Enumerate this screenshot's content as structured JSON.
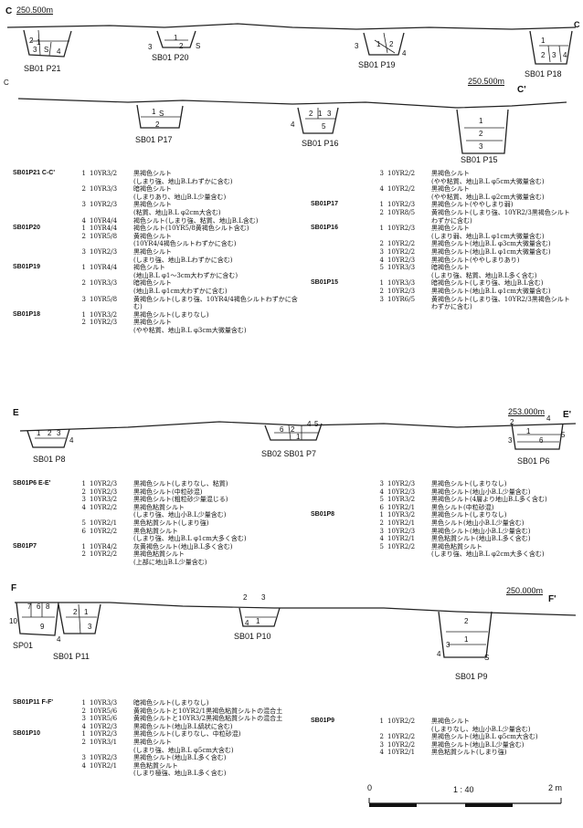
{
  "profiles": {
    "c": {
      "label_start": "C",
      "elevation": "250.500m",
      "label_end": "C'",
      "label_end_top": "C",
      "pits": [
        {
          "name": "SB01 P21",
          "fill": [
            "2",
            "1",
            "3",
            "S",
            "4"
          ]
        },
        {
          "name": "SB01 P20",
          "fill": [
            "3",
            "1",
            "2",
            "S"
          ]
        },
        {
          "name": "SB01 P19",
          "fill": [
            "3",
            "1",
            "2",
            "4"
          ]
        },
        {
          "name": "SB01 P18",
          "fill": [
            "1",
            "2",
            "3",
            "4"
          ]
        },
        {
          "name": "SB01 P17",
          "fill": [
            "1",
            "S",
            "2"
          ]
        },
        {
          "name": "SB01 P16",
          "fill": [
            "4",
            "2",
            "1",
            "3",
            "5"
          ]
        },
        {
          "name": "SB01 P15",
          "fill": [
            "1",
            "2",
            "3"
          ]
        }
      ]
    },
    "e": {
      "label_start": "E",
      "elevation": "253.000m",
      "label_end": "E'",
      "pits": [
        {
          "name": "SB01 P8",
          "fill": [
            "1",
            "2",
            "3",
            "4"
          ]
        },
        {
          "name": "SB02 SB01 P7",
          "fill": [
            "6",
            "2",
            "1",
            "4",
            "5"
          ]
        },
        {
          "name": "SB01 P6",
          "fill": [
            "2",
            "4",
            "1",
            "3",
            "6",
            "5"
          ]
        }
      ]
    },
    "f": {
      "label_start": "F",
      "elevation": "250.000m",
      "label_end": "F'",
      "pits": [
        {
          "name": "SP01",
          "fill": [
            "7",
            "6",
            "8",
            "10",
            "9"
          ]
        },
        {
          "name": "SB01 P11",
          "fill": [
            "2",
            "1",
            "3",
            "4"
          ]
        },
        {
          "name": "SB01 P10",
          "fill": [
            "2",
            "3",
            "1",
            "4"
          ]
        },
        {
          "name": "SB01 P9",
          "fill": [
            "2",
            "1",
            "3",
            "4",
            "S"
          ]
        }
      ]
    }
  },
  "legend_c_left": [
    {
      "pit": "SB01P21 C-C'",
      "no": "1",
      "code": "10YR3/2",
      "desc": "黒褐色シルト\n(しまり強、地山B.Lわずかに含む)"
    },
    {
      "pit": "",
      "no": "2",
      "code": "10YR3/3",
      "desc": "暗褐色シルト\n(しまりあり、地山B.L少量含む)"
    },
    {
      "pit": "",
      "no": "3",
      "code": "10YR2/3",
      "desc": "黒褐色シルト\n(粘質、地山B.L φ2cm大含む)"
    },
    {
      "pit": "",
      "no": "4",
      "code": "10YR4/4",
      "desc": "褐色シルト(しまり強、粘質、地山B.L含む)"
    },
    {
      "pit": "SB01P20",
      "no": "1",
      "code": "10YR4/4",
      "desc": "褐色シルト(10YR5/8黄褐色シルト含む)"
    },
    {
      "pit": "",
      "no": "2",
      "code": "10YR5/8",
      "desc": "黄褐色シルト\n(10YR4/4褐色シルトわずかに含む)"
    },
    {
      "pit": "",
      "no": "3",
      "code": "10YR2/3",
      "desc": "黒褐色シルト\n(しまり強、地山B.Lわずかに含む)"
    },
    {
      "pit": "SB01P19",
      "no": "1",
      "code": "10YR4/4",
      "desc": "褐色シルト\n(地山B.L φ1～3cm大わずかに含む)"
    },
    {
      "pit": "",
      "no": "2",
      "code": "10YR3/3",
      "desc": "暗褐色シルト\n(地山B.L φ1cm大わずかに含む)"
    },
    {
      "pit": "",
      "no": "3",
      "code": "10YR5/8",
      "desc": "黄褐色シルト(しまり強、10YR4/4褐色シルトわずかに含む)"
    },
    {
      "pit": "SB01P18",
      "no": "1",
      "code": "10YR3/2",
      "desc": "黒褐色シルト(しまりなし)"
    },
    {
      "pit": "",
      "no": "2",
      "code": "10YR2/3",
      "desc": "黒褐色シルト\n(やや粘質、地山B.L φ3cm大微量含む)"
    }
  ],
  "legend_c_right": [
    {
      "pit": "",
      "no": "3",
      "code": "10YR2/2",
      "desc": "黒褐色シルト\n(やや粘質、地山B.L φ5cm大微量含む)"
    },
    {
      "pit": "",
      "no": "4",
      "code": "10YR2/2",
      "desc": "黒褐色シルト\n(やや粘質、地山B.L φ2cm大微量含む)"
    },
    {
      "pit": "SB01P17",
      "no": "1",
      "code": "10YR2/3",
      "desc": "黒褐色シルト(ややしまり弱)"
    },
    {
      "pit": "",
      "no": "2",
      "code": "10YR8/5",
      "desc": "黄褐色シルト(しまり強、10YR2/3黒褐色シルトわずかに含む)"
    },
    {
      "pit": "SB01P16",
      "no": "1",
      "code": "10YR2/3",
      "desc": "黒褐色シルト\n(しまり弱、地山B.L φ1cm大微量含む)"
    },
    {
      "pit": "",
      "no": "2",
      "code": "10YR2/2",
      "desc": "黒褐色シルト(地山B.L φ3cm大微量含む)"
    },
    {
      "pit": "",
      "no": "3",
      "code": "10YR2/2",
      "desc": "黒褐色シルト(地山B.L φ1cm大微量含む)"
    },
    {
      "pit": "",
      "no": "4",
      "code": "10YR2/3",
      "desc": "黒褐色シルト(ややしまりあり)"
    },
    {
      "pit": "",
      "no": "5",
      "code": "10YR3/3",
      "desc": "暗褐色シルト\n(しまり強、粘質、地山B.L多く含む)"
    },
    {
      "pit": "SB01P15",
      "no": "1",
      "code": "10YR3/3",
      "desc": "暗褐色シルト(しまり強、地山B.L含む)"
    },
    {
      "pit": "",
      "no": "2",
      "code": "10YR2/3",
      "desc": "黒褐色シルト(地山B.L φ1cm大微量含む)"
    },
    {
      "pit": "",
      "no": "3",
      "code": "10YR6/5",
      "desc": "黄褐色シルト(しまり強、10YR2/3黒褐色シルトわずかに含む)"
    }
  ],
  "legend_e_left": [
    {
      "pit": "SB01P6 E-E'",
      "no": "1",
      "code": "10YR2/3",
      "desc": "黒褐色シルト(しまりなし、粘質)"
    },
    {
      "pit": "",
      "no": "2",
      "code": "10YR2/3",
      "desc": "黒褐色シルト(中粒砂混)"
    },
    {
      "pit": "",
      "no": "3",
      "code": "10YR3/2",
      "desc": "黒褐色シルト(粗粒砂少量混じる)"
    },
    {
      "pit": "",
      "no": "4",
      "code": "10YR2/2",
      "desc": "黒褐色粘質シルト\n(しまり強、地山小B.L少量含む)"
    },
    {
      "pit": "",
      "no": "5",
      "code": "10YR2/1",
      "desc": "黒色粘質シルト(しまり強)"
    },
    {
      "pit": "",
      "no": "6",
      "code": "10YR2/2",
      "desc": "黒色粘質シルト\n(しまり強、地山B.L φ1cm大多く含む)"
    },
    {
      "pit": "SB01P7",
      "no": "1",
      "code": "10YR4/2",
      "desc": "灰黄褐色シルト(地山B.L多く含む)"
    },
    {
      "pit": "",
      "no": "2",
      "code": "10YR2/2",
      "desc": "黒褐色粘質シルト\n(上部に地山B.L少量含む)"
    }
  ],
  "legend_e_right": [
    {
      "pit": "",
      "no": "3",
      "code": "10YR2/3",
      "desc": "黒褐色シルト(しまりなし)"
    },
    {
      "pit": "",
      "no": "4",
      "code": "10YR2/3",
      "desc": "黒褐色シルト(地山小B.L少量含む)"
    },
    {
      "pit": "",
      "no": "5",
      "code": "10YR3/2",
      "desc": "黒褐色シルト(4層より地山B.L多く含む)"
    },
    {
      "pit": "",
      "no": "6",
      "code": "10YR2/1",
      "desc": "黒色シルト(中粒砂混)"
    },
    {
      "pit": "SB01P8",
      "no": "1",
      "code": "10YR3/2",
      "desc": "黒褐色シルト(しまりなし)"
    },
    {
      "pit": "",
      "no": "2",
      "code": "10YR2/1",
      "desc": "黒色シルト(地山小B.L少量含む)"
    },
    {
      "pit": "",
      "no": "3",
      "code": "10YR2/3",
      "desc": "黒褐色シルト(地山小B.L少量含む)"
    },
    {
      "pit": "",
      "no": "4",
      "code": "10YR2/1",
      "desc": "黒色粘質シルト(地山B.L多く含む)"
    },
    {
      "pit": "",
      "no": "5",
      "code": "10YR2/2",
      "desc": "黒褐色粘質シルト\n(しまり強、地山B.L φ2cm大多く含む)"
    }
  ],
  "legend_f_left": [
    {
      "pit": "SB01P11 F-F'",
      "no": "1",
      "code": "10YR3/3",
      "desc": "暗褐色シルト(しまりなし)"
    },
    {
      "pit": "",
      "no": "2",
      "code": "10YR5/6",
      "desc": "黄褐色シルトと10YR2/1黒褐色粘質シルトの混合土"
    },
    {
      "pit": "",
      "no": "3",
      "code": "10YR5/6",
      "desc": "黄褐色シルトと10YR3/2黒褐色粘質シルトの混合土"
    },
    {
      "pit": "",
      "no": "4",
      "code": "10YR2/3",
      "desc": "黒褐色シルト(地山B.L縞状に含む)"
    },
    {
      "pit": "SB01P10",
      "no": "1",
      "code": "10YR2/3",
      "desc": "黒褐色シルト(しまりなし、中粒砂混)"
    },
    {
      "pit": "",
      "no": "2",
      "code": "10YR3/1",
      "desc": "黒褐色シルト\n(しまり強、地山B.L φ5cm大含む)"
    },
    {
      "pit": "",
      "no": "3",
      "code": "10YR2/3",
      "desc": "黒褐色シルト(地山B.L多く含む)"
    },
    {
      "pit": "",
      "no": "4",
      "code": "10YR2/1",
      "desc": "黒色粘質シルト\n(しまり極強、地山B.L多く含む)"
    }
  ],
  "legend_f_right": [
    {
      "pit": "SB01P9",
      "no": "1",
      "code": "10YR2/2",
      "desc": "黒褐色シルト\n(しまりなし、地山小B.L少量含む)"
    },
    {
      "pit": "",
      "no": "2",
      "code": "10YR2/2",
      "desc": "黒褐色シルト(地山B.L φ5cm大含む)"
    },
    {
      "pit": "",
      "no": "3",
      "code": "10YR2/2",
      "desc": "黒褐色シルト(地山B.L少量含む)"
    },
    {
      "pit": "",
      "no": "4",
      "code": "10YR2/1",
      "desc": "黒色粘質シルト(しまり強)"
    }
  ],
  "scale": {
    "zero": "0",
    "ratio": "1 : 40",
    "end": "2 m"
  }
}
